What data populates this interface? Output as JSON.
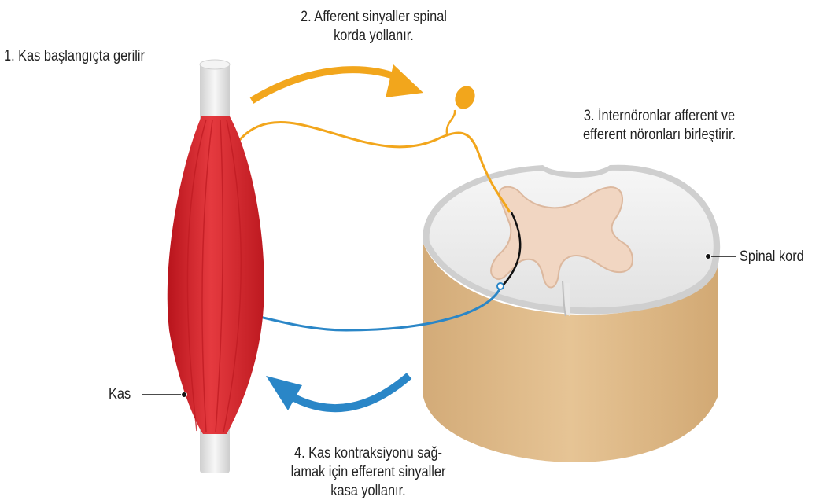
{
  "steps": {
    "step1": "1. Kas başlangıçta gerilir",
    "step2_line1": "2. Afferent sinyaller spinal",
    "step2_line2": "korda yollanır.",
    "step3_line1": "3. İnternöronlar afferent ve",
    "step3_line2": "efferent nöronları birleştirir.",
    "step4_line1": "4. Kas kontraksiyonu sağ-",
    "step4_line2": "lamak için efferent sinyaller",
    "step4_line3": "kasa yollanır."
  },
  "callouts": {
    "muscle": "Kas",
    "spinal_cord": "Spinal kord"
  },
  "colors": {
    "muscle_red": "#e2333a",
    "afferent_orange": "#f2a61c",
    "efferent_blue": "#2a86c7",
    "cord_tan": "#deba8c",
    "gray_matter": "#f3d8c4",
    "white_matter": "#ececec",
    "tendon": "#e6e6e6"
  },
  "icons": [
    "afferent-arrow-icon",
    "efferent-arrow-icon"
  ]
}
